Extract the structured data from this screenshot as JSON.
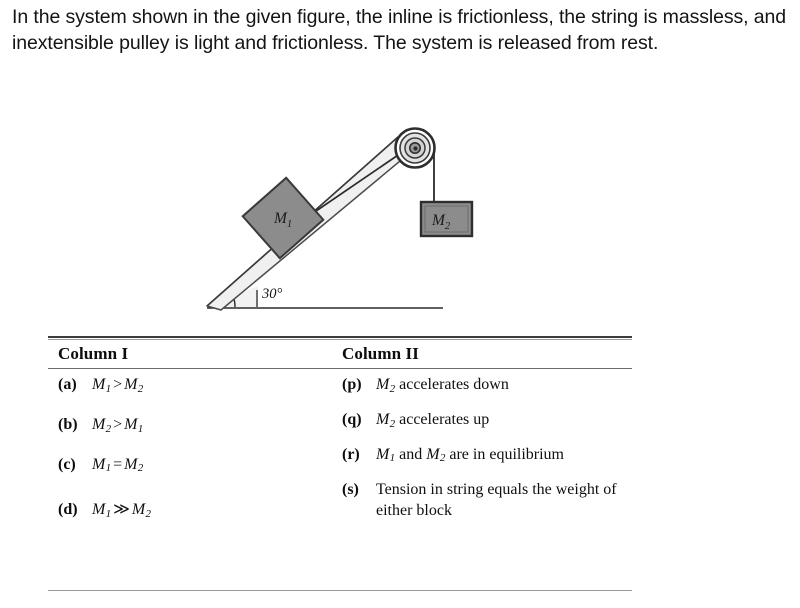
{
  "question": {
    "statement": "In the system shown in the given figure, the inline is frictionless, the string is massless, and inextensible pulley is light and frictionless. The system is released from rest."
  },
  "figure": {
    "name": "inclined-plane-pulley-diagram",
    "angle_label": "30°",
    "block_incline_label": "M₁",
    "block_incline_label_base": "M",
    "block_incline_label_sub": "1",
    "block_hanging_label_base": "M",
    "block_hanging_label_sub": "2",
    "colors": {
      "block_fill": "#8c8c8c",
      "block_stroke": "#3a3a3a",
      "ramp_fill": "#f0f0f0",
      "ramp_stroke": "#4a4a4a",
      "wedge_fill": "#f4f4f4",
      "line": "#2b2b2b",
      "pulley_ring": "#2e2e2e",
      "pulley_face": "#d8d8d8"
    }
  },
  "table": {
    "columns": [
      {
        "header": "Column I",
        "items": [
          {
            "tag": "(a)",
            "base1": "M",
            "sub1": "1",
            "op": ">",
            "base2": "M",
            "sub2": "2"
          },
          {
            "tag": "(b)",
            "base1": "M",
            "sub1": "2",
            "op": ">",
            "base2": "M",
            "sub2": "1"
          },
          {
            "tag": "(c)",
            "base1": "M",
            "sub1": "1",
            "op": "=",
            "base2": "M",
            "sub2": "2"
          },
          {
            "tag": "(d)",
            "base1": "M",
            "sub1": "1",
            "op": "≫",
            "base2": "M",
            "sub2": "2"
          }
        ]
      },
      {
        "header": "Column II",
        "items": [
          {
            "tag": "(p)",
            "lead_base": "M",
            "lead_sub": "2",
            "text": " accelerates down"
          },
          {
            "tag": "(q)",
            "lead_base": "M",
            "lead_sub": "2",
            "text": " accelerates up"
          },
          {
            "tag": "(r)",
            "lead_base": "M",
            "lead_sub": "1",
            "text": " and ",
            "mid_base": "M",
            "mid_sub": "2",
            "text2": " are in equilibrium"
          },
          {
            "tag": "(s)",
            "text": "Tension in string equals the weight of either block"
          }
        ]
      }
    ]
  }
}
